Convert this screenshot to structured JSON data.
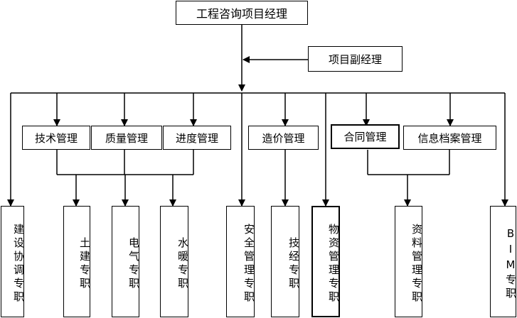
{
  "top": {
    "label": "工程咨询项目经理"
  },
  "deputy": {
    "label": "项目副经理"
  },
  "departments": [
    {
      "label": "技术管理"
    },
    {
      "label": "质量管理"
    },
    {
      "label": "进度管理"
    },
    {
      "label": "造价管理"
    },
    {
      "label": "合同管理"
    },
    {
      "label": "信息档案管理"
    }
  ],
  "positions": [
    {
      "label": "建设协调专职"
    },
    {
      "label": "土建专职"
    },
    {
      "label": "电气专职"
    },
    {
      "label": "水暖专职"
    },
    {
      "label": "安全管理专职"
    },
    {
      "label": "技经专职"
    },
    {
      "label": "物资管理专职"
    },
    {
      "label": "资料管理专职"
    },
    {
      "label": "BIM专职"
    }
  ]
}
